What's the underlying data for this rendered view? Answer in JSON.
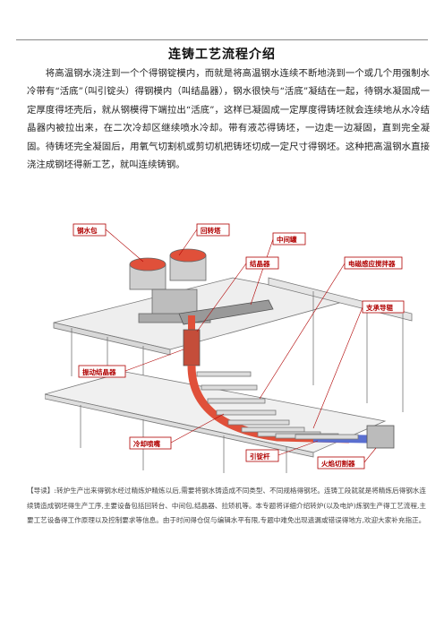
{
  "title": "连铸工艺流程介绍",
  "intro": "将高温钢水浇注到一个个得钢锭模内，而就是将高温钢水连续不断地浇到一个或几个用强制水冷带有“活底”（叫引锭头）得钢模内（叫结晶器），钢水很快与“活底”凝结在一起，待钢水凝固成一定厚度得坯壳后，就从钢模得下端拉出“活底”，这样已凝固成一定厚度得铸坯就会连续地从水冷结晶器内被拉出来，在二次冷却区继续喷水冷却。带有液芯得铸坯，一边走一边凝固，直到完全凝固。待铸坯完全凝固后，用氧气切割机或剪切机把铸坯切成一定尺寸得钢坯。这种把高温钢水直接浇注成钢坯得新工艺，就叫连续铸钢。",
  "figure": {
    "labels": {
      "ladle": "钢水包",
      "turret": "回转塔",
      "tundish": "中间罐",
      "mold": "结晶器",
      "stirrer": "电磁感应搅拌器",
      "support": "支承导辊",
      "osc": "振动结晶器",
      "spray": "冷却喷嘴",
      "dummy": "引锭杆",
      "cutter": "火焰切割器"
    }
  },
  "note": "【导读】:转炉生产出来得钢水经过精炼炉精炼以后,需要将钢水铸造成不同类型、不同规格得钢坯。连铸工段就就是将精炼后得钢水连续铸造成钢坯得生产工序,主要设备包括回转台、中间包,结晶器、拉矫机等。本专题将详细介绍转炉(以及电炉)炼钢生产得工艺流程,主要工艺设备得工作原理以及控制要求等信息。由于时间得仓促与编辑水平有限,专题中难免出现遗漏或错误得地方,欢迎大家补充指正。",
  "colors": {
    "label": "#b00000",
    "hot": "#e0503a",
    "cool": "#5a6fd0"
  }
}
